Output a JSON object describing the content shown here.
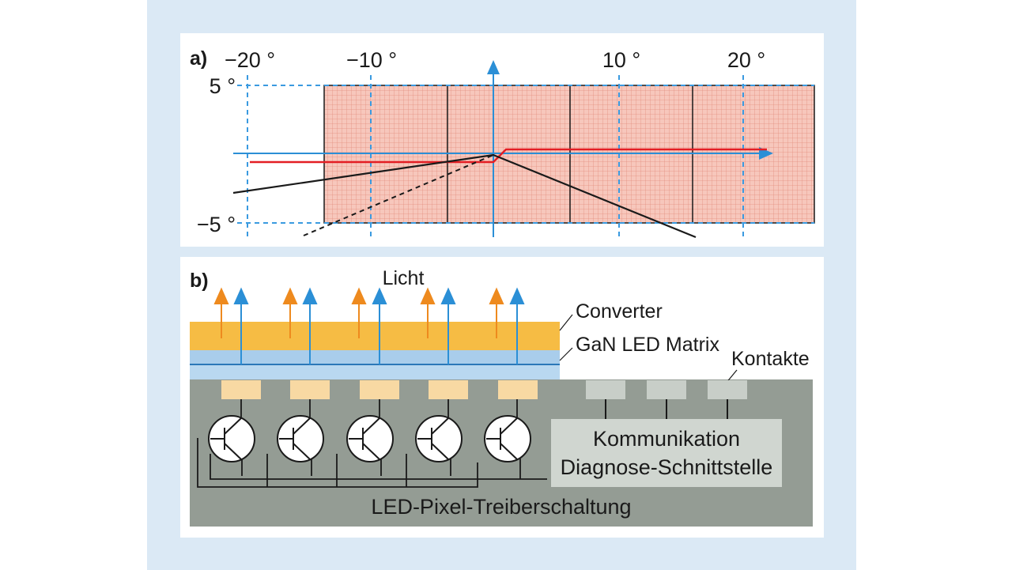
{
  "panel_a": {
    "tag": "a)",
    "x_ticks": [
      "−20 °",
      "−10 °",
      "10 °",
      "20 °"
    ],
    "y_ticks": [
      "5 °",
      "−5 °"
    ]
  },
  "panel_b": {
    "tag": "b)",
    "light_label": "Licht",
    "converter_label": "Converter",
    "led_matrix_label": "GaN LED Matrix",
    "contacts_label": "Kontakte",
    "comm_line1": "Kommunikation",
    "comm_line2": "Diagnose-Schnittstelle",
    "driver_label": "LED-Pixel-Treiberschaltung"
  },
  "colors": {
    "background": "#dbe9f5",
    "grid_fill": "#f7c7bc",
    "grid_line": "#e08878",
    "axis_blue": "#2b8fd6",
    "dashed_blue": "#3a9ae0",
    "red_line": "#e31e24",
    "converter": "#f6bc44",
    "led_layer": "#a9cdeb",
    "chip": "#949c94",
    "orange_arrow": "#ee8a1e",
    "blue_arrow": "#2b8fd6",
    "pad_orange": "#f8d9a3",
    "pad_gray": "#c8cec8",
    "comm_box": "#d0d6d0"
  }
}
